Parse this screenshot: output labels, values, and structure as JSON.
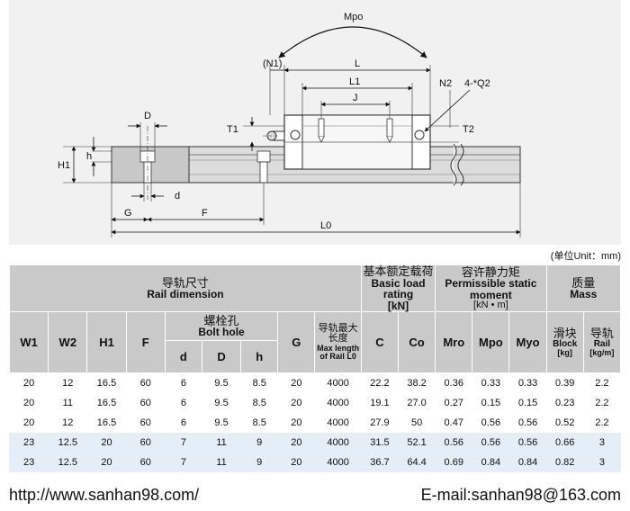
{
  "drawing": {
    "labels": {
      "mpo": "Mpo",
      "n1": "(N1)",
      "l": "L",
      "l1": "L1",
      "j": "J",
      "n2": "N2",
      "q2": "4-*Q2",
      "d_upper": "D",
      "t1": "T1",
      "t2": "T2",
      "h1": "H1",
      "h": "h",
      "d_lower": "d",
      "g": "G",
      "f": "F",
      "l0": "L0"
    }
  },
  "unit_note": "(单位Unit：mm)",
  "table": {
    "headers": {
      "rail_cn": "导轨尺寸",
      "rail_en": "Rail dimension",
      "load_cn": "基本额定载荷",
      "load_en": "Basic load rating",
      "load_unit": "[kN]",
      "moment_cn": "容许静力矩",
      "moment_en": "Permissible static moment",
      "moment_unit": "[kN • m]",
      "mass_cn": "质量",
      "mass_en": "Mass",
      "w1": "W1",
      "w2": "W2",
      "h1": "H1",
      "f": "F",
      "bolt_cn": "螺栓孔",
      "bolt_en": "Bolt hole",
      "g": "G",
      "maxlen_cn": "导轨最大长度",
      "maxlen_en": "Max length of Rail L0",
      "c": "C",
      "co": "Co",
      "mro": "Mro",
      "mpo": "Mpo",
      "myo": "Myo",
      "block_cn": "滑块",
      "block_en": "Block",
      "block_unit": "[kg]",
      "rail_mass_cn": "导轨",
      "rail_mass_en": "Rail",
      "rail_mass_unit": "[kg/m]",
      "d_small": "d",
      "d_big": "D",
      "h_small": "h"
    },
    "rows": [
      [
        "20",
        "12",
        "16.5",
        "60",
        "6",
        "9.5",
        "8.5",
        "20",
        "4000",
        "22.2",
        "38.2",
        "0.36",
        "0.33",
        "0.33",
        "0.39",
        "2.2"
      ],
      [
        "20",
        "11",
        "16.5",
        "60",
        "6",
        "9.5",
        "8.5",
        "20",
        "4000",
        "19.1",
        "27.0",
        "0.27",
        "0.15",
        "0.15",
        "0.23",
        "2.2"
      ],
      [
        "20",
        "12",
        "16.5",
        "60",
        "6",
        "9.5",
        "8.5",
        "20",
        "4000",
        "27.9",
        "50",
        "0.47",
        "0.56",
        "0.56",
        "0.52",
        "2.2"
      ],
      [
        "23",
        "12.5",
        "20",
        "60",
        "7",
        "11",
        "9",
        "20",
        "4000",
        "31.5",
        "52.1",
        "0.56",
        "0.56",
        "0.56",
        "0.66",
        "3"
      ],
      [
        "23",
        "12.5",
        "20",
        "60",
        "7",
        "11",
        "9",
        "20",
        "4000",
        "36.7",
        "64.4",
        "0.69",
        "0.84",
        "0.84",
        "0.82",
        "3"
      ]
    ]
  },
  "footer": {
    "url": "http://www.sanhan98.com/",
    "email": "E-mail:sanhan98@163.com"
  }
}
